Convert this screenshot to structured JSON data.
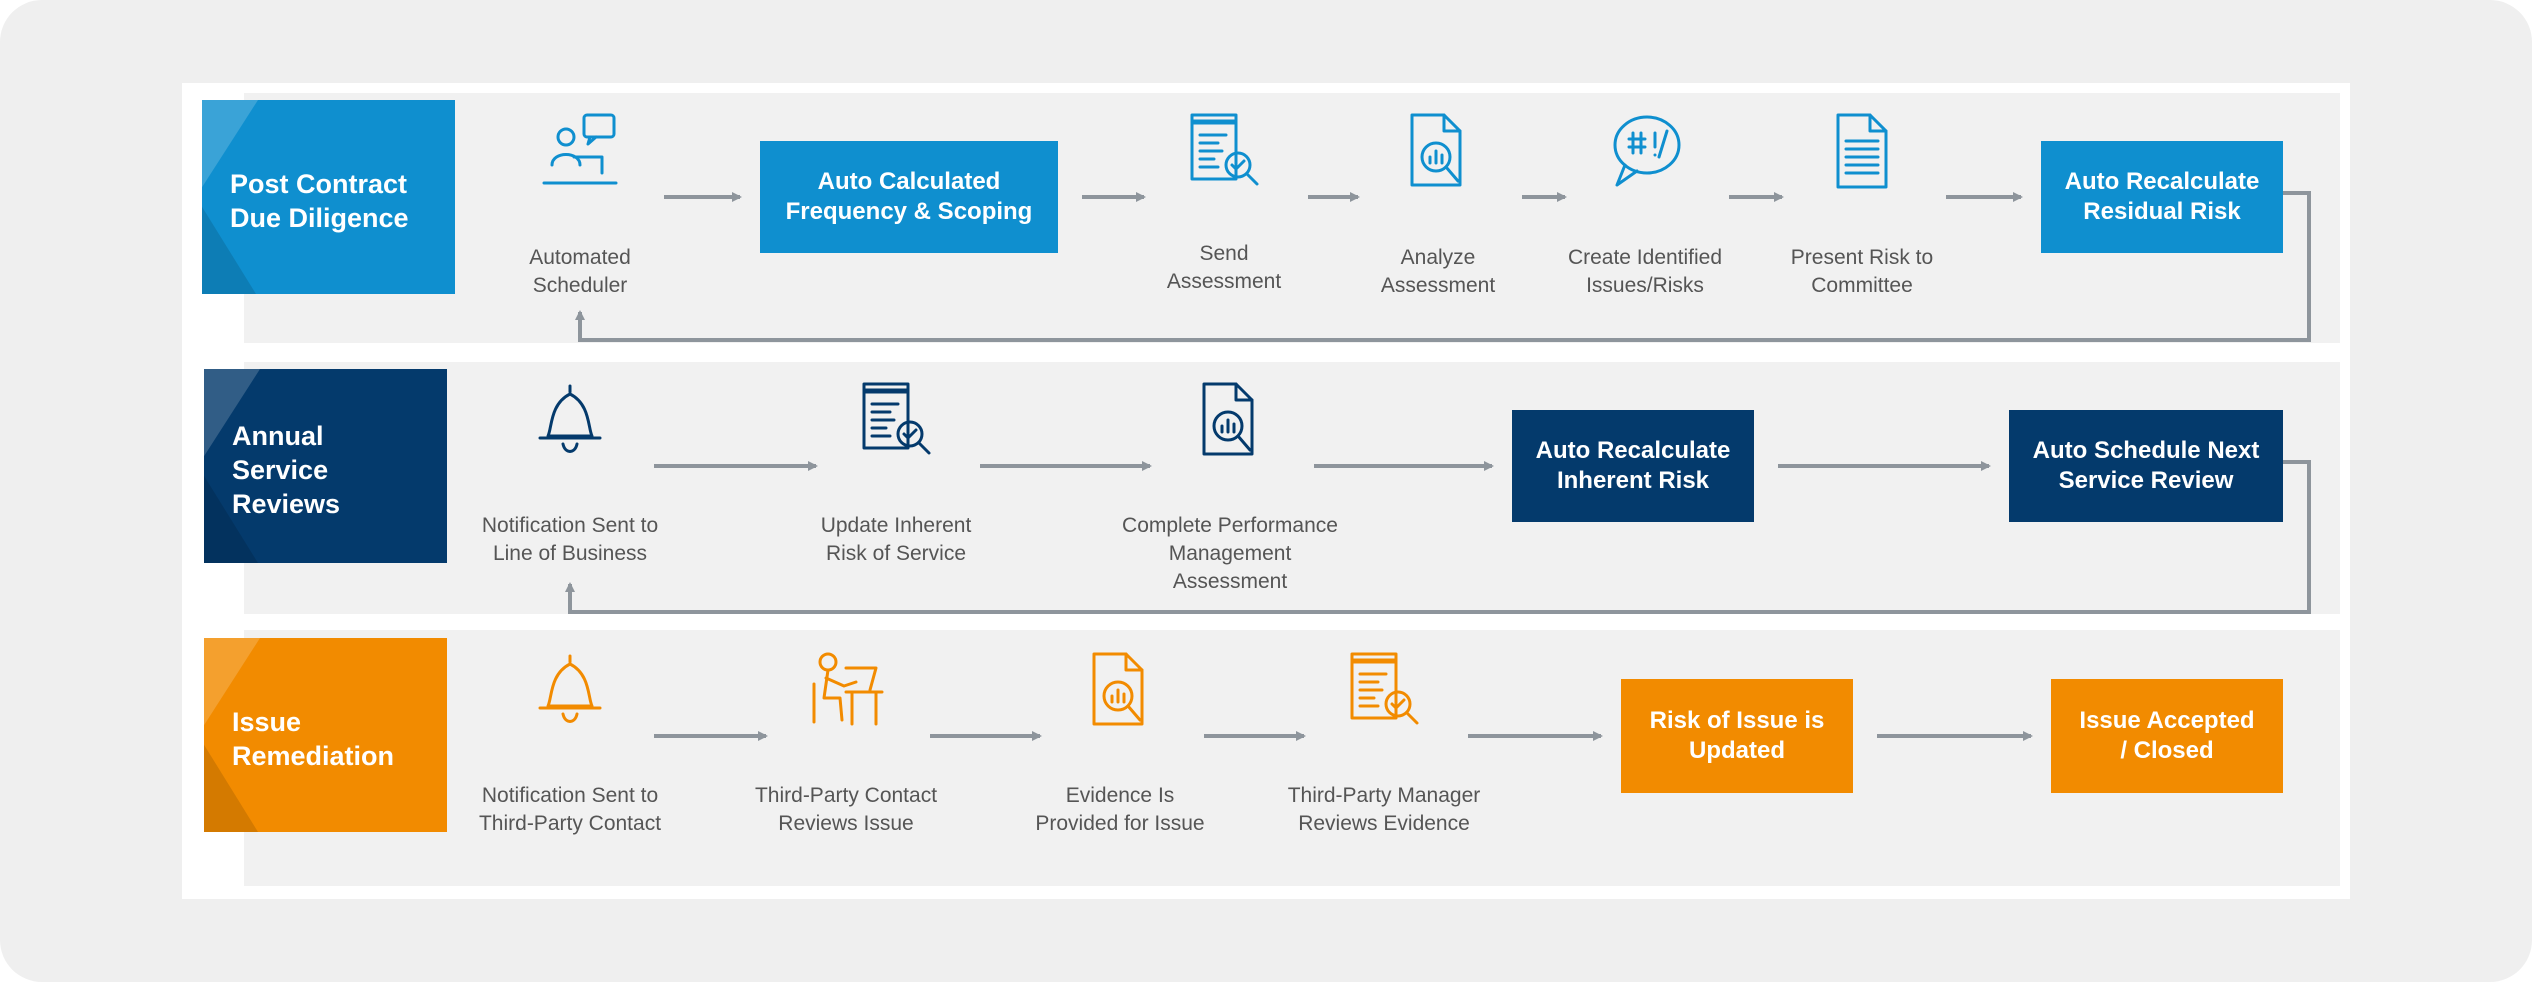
{
  "colors": {
    "blue": "#0f8fcf",
    "navy": "#043a6c",
    "orange": "#f28b00",
    "line": "#8e959c"
  },
  "rows": [
    {
      "label": "Post Contract\nDue Diligence",
      "steps": [
        {
          "kind": "icon",
          "icon": "scheduler-icon",
          "caption": "Automated\nScheduler"
        },
        {
          "kind": "box",
          "text": "Auto Calculated\nFrequency & Scoping"
        },
        {
          "kind": "icon",
          "icon": "assessment-send-icon",
          "caption": "Send\nAssessment"
        },
        {
          "kind": "icon",
          "icon": "analyze-document-icon",
          "caption": "Analyze\nAssessment"
        },
        {
          "kind": "icon",
          "icon": "speech-bubble-icon",
          "caption": "Create Identified\nIssues/Risks"
        },
        {
          "kind": "icon",
          "icon": "document-icon",
          "caption": "Present Risk to\nCommittee"
        },
        {
          "kind": "box",
          "text": "Auto Recalculate\nResidual Risk"
        }
      ]
    },
    {
      "label": "Annual\nService\nReviews",
      "steps": [
        {
          "kind": "icon",
          "icon": "bell-icon",
          "caption": "Notification Sent to\nLine of Business"
        },
        {
          "kind": "icon",
          "icon": "assessment-review-icon",
          "caption": "Update Inherent\nRisk of Service"
        },
        {
          "kind": "icon",
          "icon": "analyze-document-icon",
          "caption": "Complete Performance\nManagement Assessment"
        },
        {
          "kind": "box",
          "text": "Auto Recalculate\nInherent Risk"
        },
        {
          "kind": "box",
          "text": "Auto Schedule Next\nService Review"
        }
      ]
    },
    {
      "label": "Issue\nRemediation",
      "steps": [
        {
          "kind": "icon",
          "icon": "bell-icon",
          "caption": "Notification Sent to\nThird-Party Contact"
        },
        {
          "kind": "icon",
          "icon": "person-at-desk-icon",
          "caption": "Third-Party Contact\nReviews Issue"
        },
        {
          "kind": "icon",
          "icon": "analyze-document-icon",
          "caption": "Evidence Is\nProvided for Issue"
        },
        {
          "kind": "icon",
          "icon": "assessment-review-icon",
          "caption": "Third-Party Manager\nReviews Evidence"
        },
        {
          "kind": "box",
          "text": "Risk of Issue is\nUpdated"
        },
        {
          "kind": "box",
          "text": "Issue Accepted\n/ Closed"
        }
      ]
    }
  ]
}
